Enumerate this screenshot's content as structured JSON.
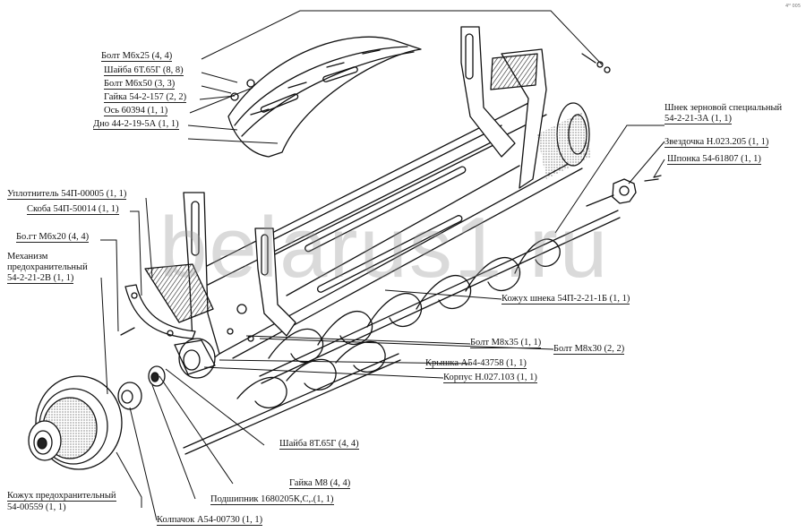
{
  "watermark": "belarus1.ru",
  "corner_note": "4ᴹ 005",
  "labels": {
    "bolt_m6x25": "Болт М6х25 (4, 4)",
    "washer_6t": "Шайба 6Т.65Г (8, 8)",
    "bolt_m6x50": "Болт М6х50 (3, 3)",
    "nut_54_2_157": "Гайка 54-2-157 (2, 2)",
    "axle_60394": "Ось 60394 (1, 1)",
    "bottom_44": "Дно 44-2-19-5А (1, 1)",
    "auger_line1": "Шнек зерновой специальный",
    "auger_line2": "54-2-21-3А (1, 1)",
    "sprocket": "Звездочка Н.023.205 (1, 1)",
    "key": "Шпонка 54-61807 (1, 1)",
    "seal": "Уплотнитель 54П-00005 (1, 1)",
    "clamp": "Скоба 54П-50014 (1, 1)",
    "bolt_m6x20": "Бо.гт М6х20 (4, 4)",
    "safety_line1": "Механизм",
    "safety_line2": "предохранительный",
    "safety_line3": "54-2-21-2В (1, 1)",
    "auger_cover": "Кожух шнека 54П-2-21-1Б (1, 1)",
    "bolt_m8x35": "Болт М8х35 (1, 1)",
    "bolt_m8x30": "Болт М8х30 (2, 2)",
    "lid": "Крышка А54-43758 (1, 1)",
    "housing": "Корпус Н.027.103 (1, 1)",
    "washer_8t": "Шайба 8Т.65Г (4, 4)",
    "nut_m8": "Гайка М8 (4, 4)",
    "bearing": "Подшипник 1680205К,С,.(1, 1)",
    "guard_line1": "Кожух предохранительный",
    "guard_line2": "54-00559 (1, 1)",
    "cap": "Колпачок А54-00730 (1, 1)"
  }
}
